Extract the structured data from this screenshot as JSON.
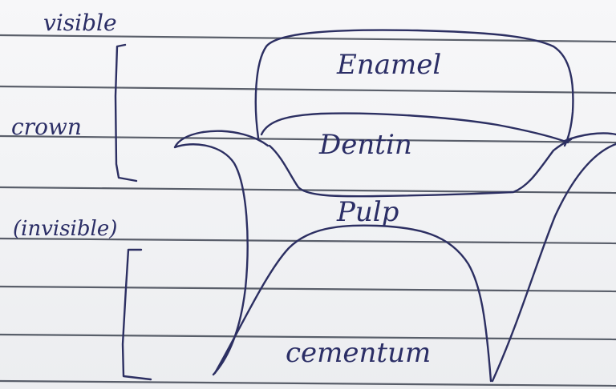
{
  "labels": {
    "visible": "visible",
    "crown": "crown",
    "invisible": "(invisible)",
    "enamel": "Enamel",
    "dentin": "Dentin",
    "pulp": "Pulp",
    "cementum": "cementum"
  },
  "colors": {
    "ink": "#2c2f62",
    "rule_lines": "#3f4552",
    "paper": "#f4f4f6"
  }
}
